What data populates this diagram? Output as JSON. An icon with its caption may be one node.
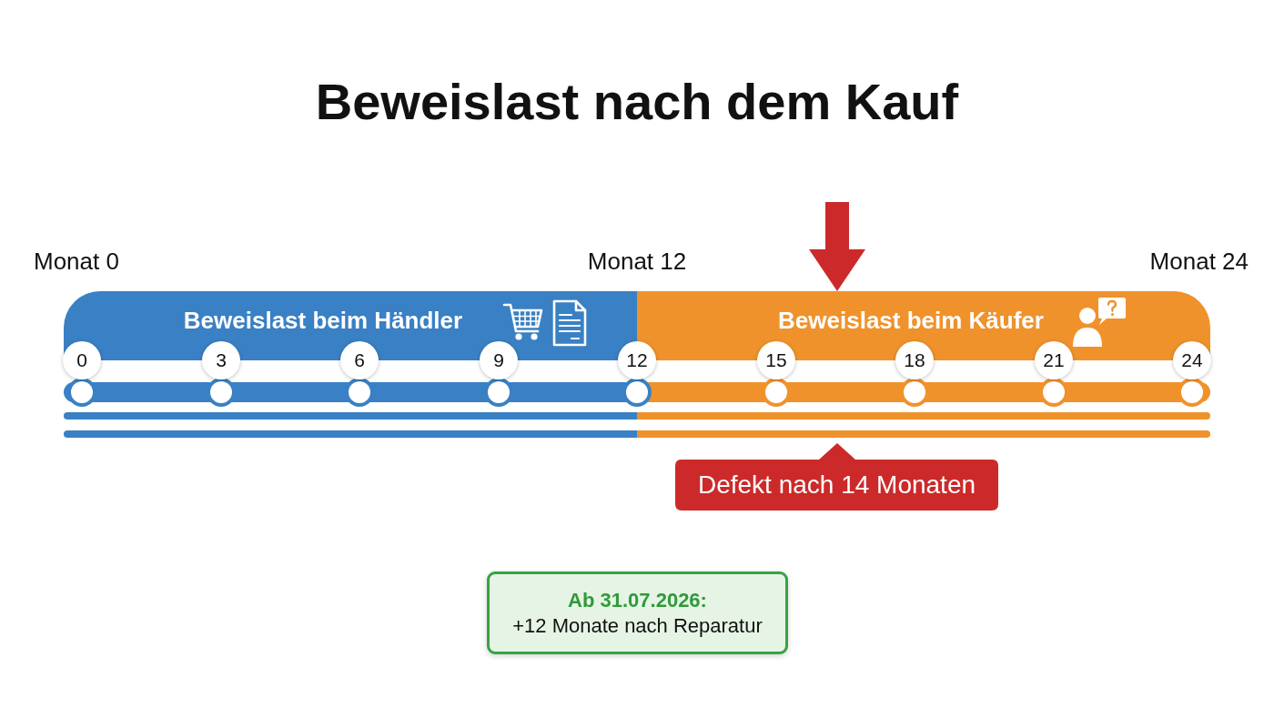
{
  "diagram": {
    "title": "Beweislast nach dem Kauf",
    "nodes": [
      {
        "text": [
          "Beweislast beim Händler"
        ]
      },
      {
        "text": [
          "Beweislast beim Käufer"
        ]
      },
      {
        "text": [
          "0"
        ]
      },
      {
        "text": [
          "3"
        ]
      },
      {
        "text": [
          "6"
        ]
      },
      {
        "text": [
          "9"
        ]
      },
      {
        "text": [
          "12"
        ]
      },
      {
        "text": [
          "15"
        ]
      },
      {
        "text": [
          "18"
        ]
      },
      {
        "text": [
          "21"
        ]
      },
      {
        "text": [
          "24"
        ]
      },
      {
        "text": [
          "Defekt nach 14 Monaten"
        ]
      },
      {
        "text": [
          "Ab 31.07.2026:",
          "+12 Monate nach Reparatur"
        ]
      }
    ],
    "edges": [
      {
        "from": null,
        "to": 1,
        "arrow": "to"
      }
    ],
    "labels": [
      "Monat 0",
      "Monat 12",
      "Monat 24"
    ]
  }
}
